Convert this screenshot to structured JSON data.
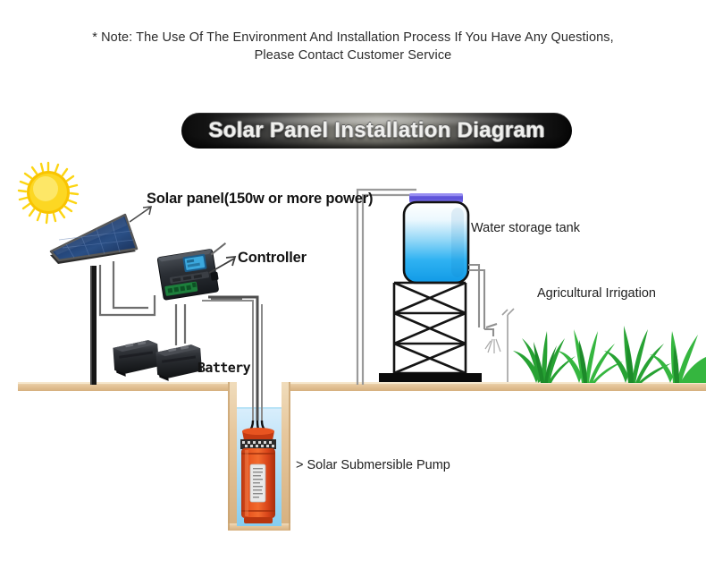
{
  "note": {
    "line1": "* Note: The Use Of The Environment And Installation Process If You Have Any Questions,",
    "line2": "Please Contact Customer Service"
  },
  "title": {
    "text": "Solar Panel Installation Diagram"
  },
  "labels": {
    "solar_panel": "Solar panel(150w or more power)",
    "controller": "Controller",
    "battery": "Battery",
    "water_tank": "Water storage tank",
    "irrigation": "Agricultural Irrigation",
    "pump": "> Solar Submersible Pump"
  },
  "icons": {
    "sun": "sun-icon",
    "solar_panel": "solar-panel-icon",
    "controller": "charge-controller-icon",
    "battery": "battery-icon",
    "water_tank": "water-tank-icon",
    "tower": "tank-tower-icon",
    "faucet": "faucet-icon",
    "grass": "grass-icon",
    "pump": "submersible-pump-icon",
    "well": "well-icon",
    "arrow_panel": "arrow-icon",
    "arrow_controller": "arrow-icon"
  },
  "colors": {
    "background": "#ffffff",
    "ground": "#e3c49c",
    "ground_edge": "#c89f6d",
    "panel_blue": "#1f3d72",
    "panel_frame": "#3a3a3a",
    "sun_yellow": "#fcd307",
    "sun_core": "#fde64a",
    "tank_blue": "#11a3ee",
    "tank_lid": "#6a5de0",
    "pump_orange": "#e0491a",
    "water_blue": "#9ed8f5",
    "grass_green": "#23922f",
    "wire_gray": "#6a6a6a",
    "pole_black": "#161616",
    "title_text": "#f0f0ee"
  }
}
